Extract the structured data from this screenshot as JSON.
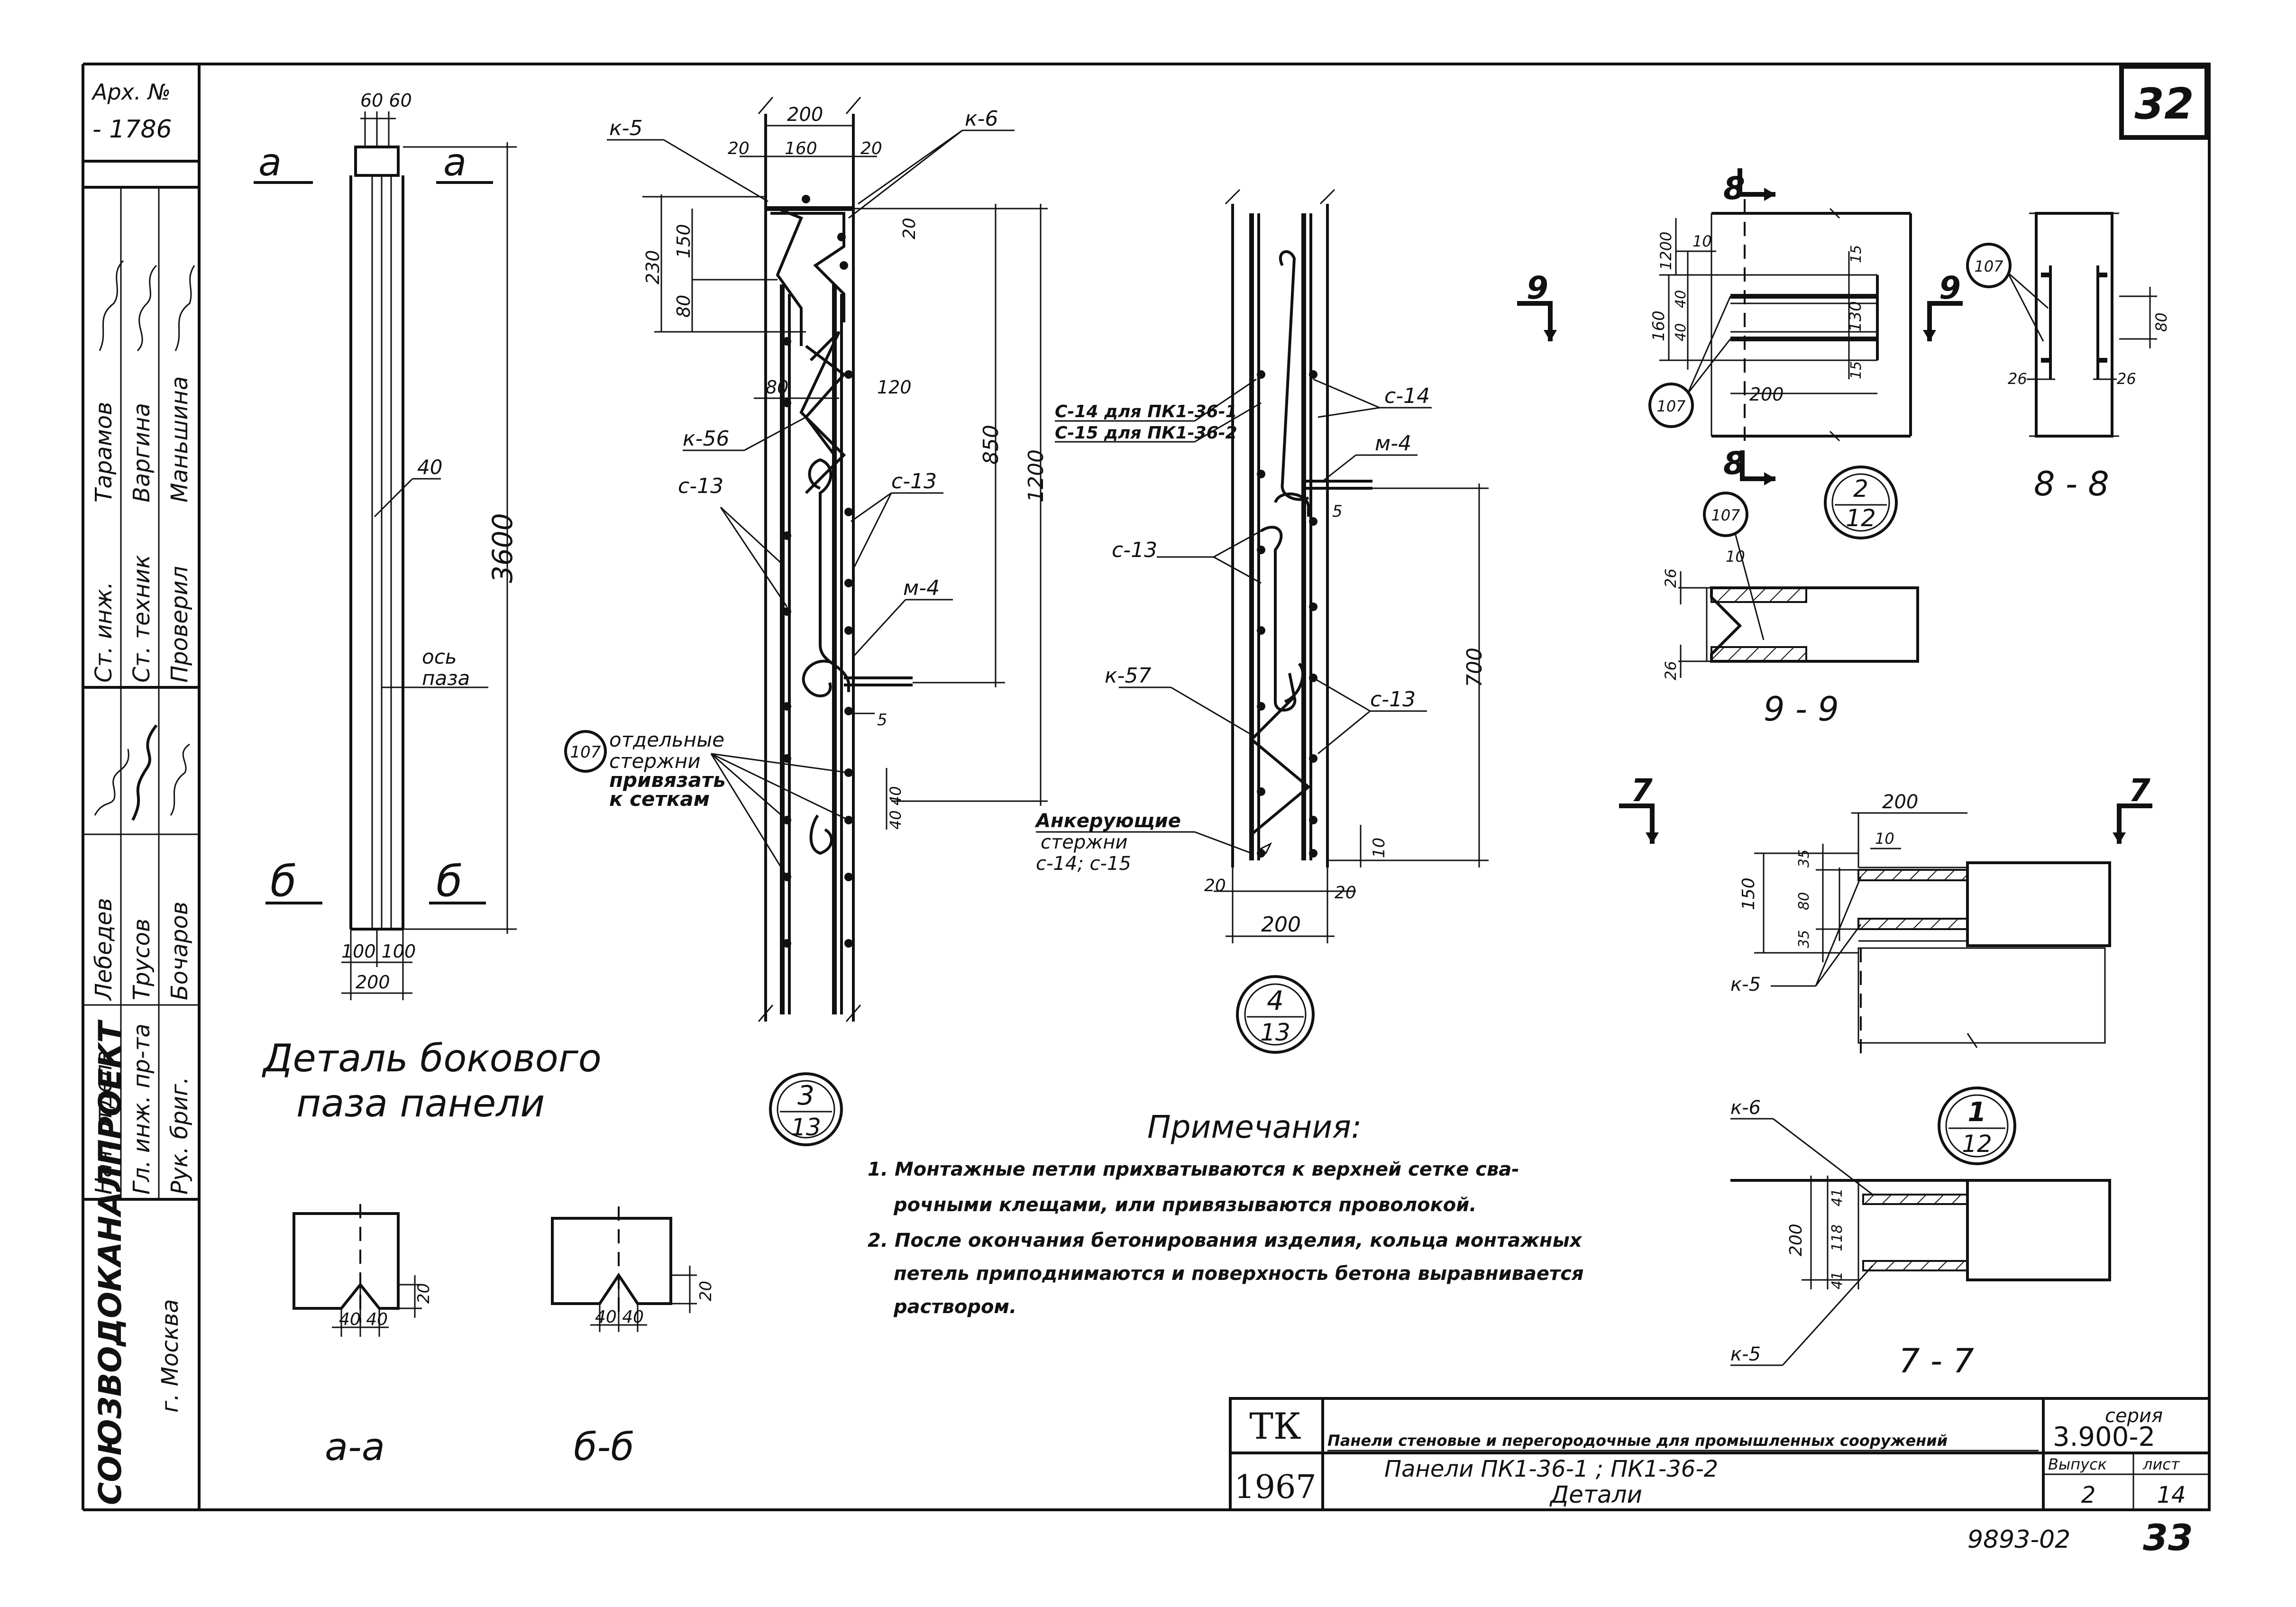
{
  "sheet": {
    "sheet_no": "32",
    "archive_label": "Арх. №",
    "archive_no": "- 1786",
    "org": "СОЮЗВОДОКАНАЛПРОЕКТ",
    "city": "г. Москва",
    "bottom_code": "9893-02",
    "bottom_no": "33"
  },
  "staff": [
    {
      "role": "Нач. отдела",
      "name": "Лебедев"
    },
    {
      "role": "Гл. инж. пр-та",
      "name": "Трусов"
    },
    {
      "role": "Рук. бриг.",
      "name": "Бочаров"
    },
    {
      "role": "Ст. инж.",
      "name": "Тарамов"
    },
    {
      "role": "Ст. техник",
      "name": "Варгина"
    },
    {
      "role": "Проверил",
      "name": "Маньшина"
    }
  ],
  "detail_groove": {
    "title_line1": "Деталь бокового",
    "title_line2": "паза панели",
    "cut_a": "а",
    "cut_b": "б",
    "dim_top": "60 60",
    "dim_width_parts": "100 100",
    "dim_width": "200",
    "dim_height": "3600",
    "dim_40": "40",
    "axis_label_1": "ось",
    "axis_label_2": "паза",
    "section_aa": "а-а",
    "section_bb": "б-б",
    "dim_40_40": "40 40",
    "dim_small": "20"
  },
  "detail3": {
    "dim_200": "200",
    "dim_20a": "20",
    "dim_160": "160",
    "dim_20b": "20",
    "dim_20c": "20",
    "dim_230": "230",
    "dim_150": "150",
    "dim_80v": "80",
    "dim_80": "80",
    "dim_120": "120",
    "dim_850": "850",
    "dim_1200": "1200",
    "dim_5": "5",
    "dim_4040": "40 40",
    "k5": "к-5",
    "k6": "к-6",
    "k56": "к-56",
    "c13a": "с-13",
    "c13b": "с-13",
    "m4": "м-4",
    "note_no": "107",
    "note_1": "отдельные",
    "note_2": "стержни",
    "note_3": "привязать",
    "note_4": "к сеткам",
    "num": "3",
    "den": "13"
  },
  "detail4": {
    "c14label_1": "С-14 для ПК1-36-1",
    "c14label_2": "С-15 для ПК1-36-2",
    "c14": "с-14",
    "m4": "м-4",
    "dim_5": "5",
    "c13a": "с-13",
    "k57": "к-57",
    "c13b": "с-13",
    "anch_1": "Анкерующие",
    "anch_2": "стержни",
    "anch_3": "с-14; с-15",
    "dim_700": "700",
    "dim_10": "10",
    "dim_20a": "20",
    "dim_20b": "20",
    "dim_200": "200",
    "num": "4",
    "den": "13"
  },
  "sec88": {
    "cut": "8",
    "cut9": "9",
    "dim_1200": "1200",
    "dim_10": "10",
    "dim_160": "160",
    "dim_40a": "40",
    "dim_40b": "40",
    "dim_15a": "15",
    "dim_130": "130",
    "dim_15b": "15",
    "dim_200": "200",
    "mark": "107",
    "num": "2",
    "den": "12",
    "mark2": "107",
    "dim_80": "80",
    "dim_26a": "26",
    "dim_26b": "26",
    "label": "8 - 8"
  },
  "sec99": {
    "mark": "107",
    "dim_10": "10",
    "dim_26a": "26",
    "dim_26b": "26",
    "label": "9 - 9"
  },
  "sec77": {
    "cut": "7",
    "dim_200": "200",
    "dim_10": "10",
    "dim_35a": "35",
    "dim_80": "80",
    "dim_35b": "35",
    "dim_150": "150",
    "k5": "к-5",
    "num": "1",
    "den": "12",
    "k6": "к-6",
    "dim_41a": "41",
    "dim_118": "118",
    "dim_41b": "41",
    "dim_200v": "200",
    "k5b": "к-5",
    "label": "7 - 7"
  },
  "notes": {
    "title": "Примечания:",
    "l1": "1. Монтажные петли прихватываются к верхней сетке сва-",
    "l2": "рочными клещами, или привязываются проволокой.",
    "l3": "2. После окончания бетонирования изделия, кольца монтажных",
    "l4": "петель приподнимаются и поверхность бетона выравнивается",
    "l5": "раствором."
  },
  "titleblock": {
    "tk": "ТК",
    "year": "1967",
    "desc": "Панели стеновые и перегородочные для промышленных сооружений",
    "name1": "Панели  ПК1-36-1 ;   ПК1-36-2",
    "name2": "Детали",
    "series_label": "серия",
    "series": "3.900-2",
    "issue_label": "Выпуск",
    "issue": "2",
    "list_label": "лист",
    "list": "14"
  }
}
